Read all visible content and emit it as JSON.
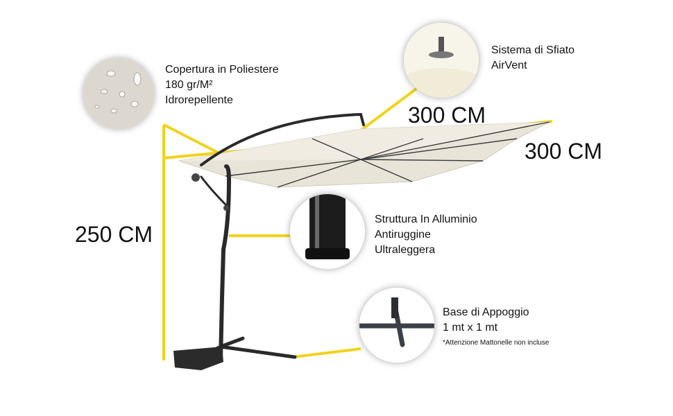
{
  "features": {
    "cover": {
      "line1": "Copertura in Poliestere",
      "line2": "180 gr/M²",
      "line3": "Idrorepellente"
    },
    "vent": {
      "line1": "Sistema di Sfiato",
      "line2": "AirVent"
    },
    "structure": {
      "line1": "Struttura In Alluminio",
      "line2": "Antiruggine",
      "line3": "Ultraleggera"
    },
    "base": {
      "line1": "Base di Appoggio",
      "line2": "1 mt x 1 mt",
      "note": "*Attenzione Mattonelle non incluse"
    }
  },
  "dimensions": {
    "width_top": "300 CM",
    "width_side": "300 CM",
    "height": "250 CM"
  },
  "colors": {
    "accent_line": "#f2d21b",
    "canopy": "#e6e2d6",
    "frame": "#2a2a2a"
  }
}
